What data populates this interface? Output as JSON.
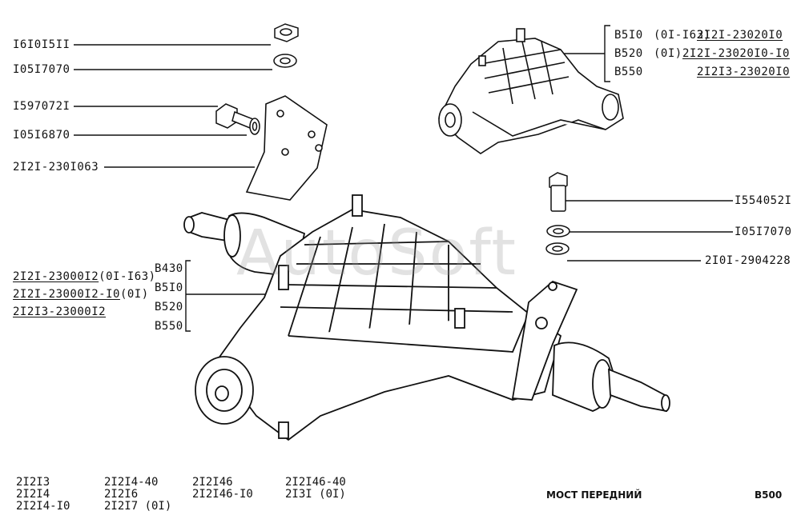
{
  "watermark": "AutoSoft",
  "callouts": {
    "nut": "I6I0I5II",
    "washer_top": "I05I7070",
    "bolt_left": "I597072I",
    "washer_left": "I05I6870",
    "bracket": "2I2I-230I063",
    "bolt_right": "I554052I",
    "washer_right": "I05I7070",
    "spring_washer_right": "2I0I-2904228"
  },
  "upper_variants": [
    {
      "code": "B5I0",
      "note": "(0I-I63)",
      "part": "2I2I-23020I0"
    },
    {
      "code": "B520",
      "note": "(0I)",
      "part": "2I2I-23020I0-I0"
    },
    {
      "code": "B550",
      "note": "",
      "part": "2I2I3-23020I0"
    }
  ],
  "lower_parts": [
    {
      "part": "2I2I-23000I2",
      "note": "(0I-I63)"
    },
    {
      "part": "2I2I-23000I2-I0",
      "note": "(0I)"
    },
    {
      "part": "2I2I3-23000I2",
      "note": ""
    }
  ],
  "lower_codes": [
    "B430",
    "B5I0",
    "B520",
    "B550"
  ],
  "models": [
    [
      "2I2I3",
      "2I2I4",
      "2I2I4-I0"
    ],
    [
      "2I2I4-40",
      "2I2I6",
      "2I2I7  (0I)"
    ],
    [
      "2I2I46",
      "2I2I46-I0"
    ],
    [
      "2I2I46-40",
      "2I3I     (0I)"
    ]
  ],
  "title": "МОСТ ПЕРЕДНИЙ",
  "page_code": "B500"
}
